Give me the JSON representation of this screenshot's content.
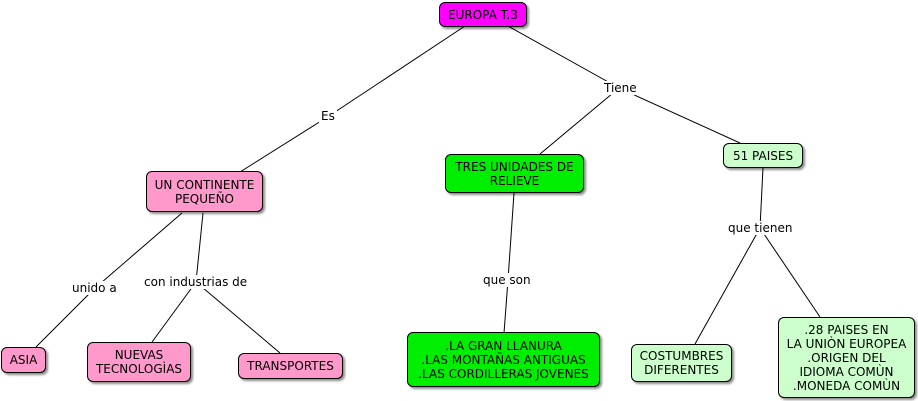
{
  "colors": {
    "root": "#ff00ff",
    "pink": "#ff99cc",
    "green": "#00ee00",
    "light_green": "#ccffcc",
    "line": "#000000"
  },
  "nodes": {
    "root": "EUROPA T.3",
    "continente": "UN CONTINENTE\nPEQUEÑO",
    "asia": "ASIA",
    "nuevas": "NUEVAS\nTECNOLOGÌAS",
    "transportes": "TRANSPORTES",
    "relieve": "TRES UNIDADES DE\nRELIEVE",
    "llanura": ".LA GRAN LLANURA\n.LAS MONTAÑAS ANTIGUAS\n.LAS CORDILLERAS JOVENES",
    "paises": "51 PAISES",
    "costumbres": "COSTUMBRES\nDIFERENTES",
    "union": ".28 PAISES EN\nLA UNIÒN EUROPEA\n.ORIGEN DEL\nIDIOMA COMÙN\n.MONEDA COMÙN"
  },
  "links": {
    "es": "Es",
    "tiene": "Tiene",
    "unido_a": "unido a",
    "industrias": "con industrias de",
    "que_son": "que son",
    "que_tienen": "que tienen"
  }
}
